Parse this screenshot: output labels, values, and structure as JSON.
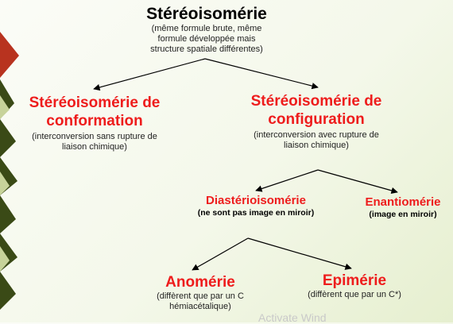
{
  "diagram": {
    "root": {
      "title": "Stéréoisomérie",
      "desc": [
        "(même formule brute, même",
        "formule développée mais",
        "structure spatiale différentes)"
      ]
    },
    "conformation": {
      "title": [
        "Stéréoisomérie de",
        "conformation"
      ],
      "desc": [
        "(interconversion sans rupture de",
        "liaison chimique)"
      ]
    },
    "configuration": {
      "title": [
        "Stéréoisomérie de",
        "configuration"
      ],
      "desc": [
        "(interconversion avec rupture de",
        "liaison chimique)"
      ]
    },
    "diastereo": {
      "title": "Diastérioisomérie",
      "desc": "(ne sont pas image en miroir)"
    },
    "enantio": {
      "title": "Enantiomérie",
      "desc": "(image en miroir)"
    },
    "anomerie": {
      "title": "Anomérie",
      "desc": [
        "(diffèrent que par un C",
        "hémiacétalique)"
      ]
    },
    "epimerie": {
      "title": "Epimérie",
      "desc": "(diffèrent que par un C*)"
    }
  },
  "watermark": "Activate Wind",
  "colors": {
    "accent_red": "#ee1c1c",
    "leaf_dark": "#3a4a16",
    "leaf_red": "#b8331f",
    "leaf_light": "#c7d39a"
  }
}
